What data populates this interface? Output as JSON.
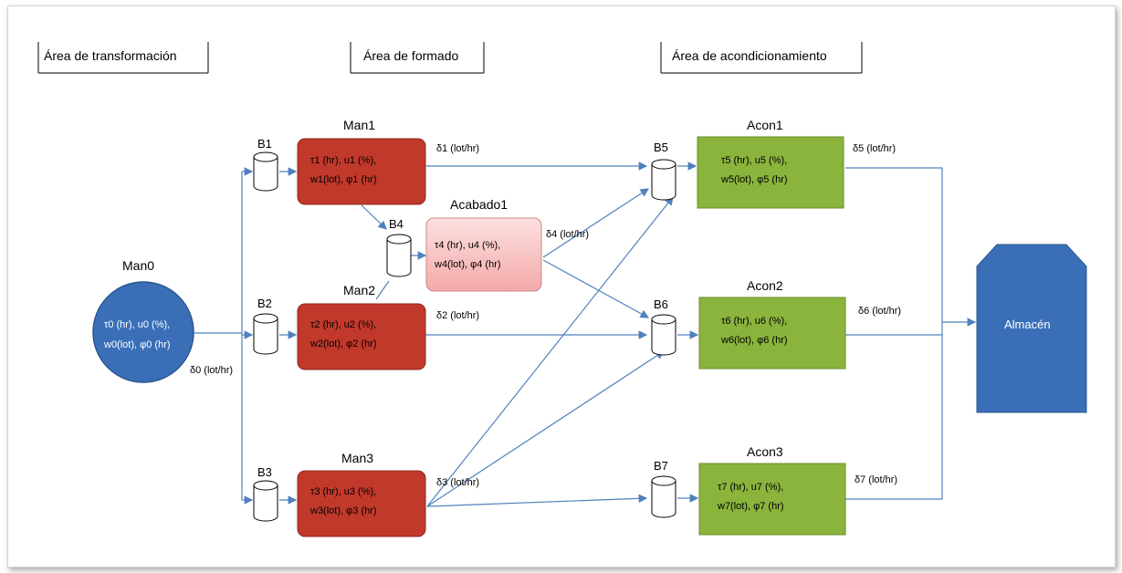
{
  "areas": [
    "Área de transformación",
    "Área de formado",
    "Área de acondicionamiento"
  ],
  "nodes": {
    "man0": {
      "title": "Man0",
      "line1": "τ0 (hr), u0 (%),",
      "line2": "w0(lot), φ0 (hr)"
    },
    "man1": {
      "title": "Man1",
      "line1": "τ1 (hr), u1 (%),",
      "line2": "w1(lot), φ1 (hr)"
    },
    "man2": {
      "title": "Man2",
      "line1": "τ2 (hr), u2 (%),",
      "line2": "w2(lot), φ2 (hr)"
    },
    "man3": {
      "title": "Man3",
      "line1": "τ3 (hr), u3 (%),",
      "line2": "w3(lot), φ3 (hr)"
    },
    "acabado1": {
      "title": "Acabado1",
      "line1": "τ4 (hr), u4 (%),",
      "line2": "w4(lot), φ4 (hr)"
    },
    "acon1": {
      "title": "Acon1",
      "line1": "τ5 (hr), u5 (%),",
      "line2": "w5(lot), φ5 (hr)"
    },
    "acon2": {
      "title": "Acon2",
      "line1": "τ6 (hr), u6 (%),",
      "line2": "w6(lot), φ6 (hr)"
    },
    "acon3": {
      "title": "Acon3",
      "line1": "τ7 (hr), u7 (%),",
      "line2": "w7(lot), φ7 (hr)"
    },
    "almacen": {
      "title": "Almacén"
    }
  },
  "buffers": [
    "B1",
    "B2",
    "B3",
    "B4",
    "B5",
    "B6",
    "B7"
  ],
  "rates": {
    "d0": "δ0 (lot/hr)",
    "d1": "δ1 (lot/hr)",
    "d2": "δ2 (lot/hr)",
    "d3": "δ3 (lot/hr)",
    "d4": "δ4 (lot/hr)",
    "d5": "δ5 (lot/hr)",
    "d6": "δ6 (lot/hr)",
    "d7": "δ7 (lot/hr)"
  },
  "colors": {
    "man0": "#3a6fb8",
    "man": "#c0392b",
    "acabado": "#f6b8b8",
    "acon": "#8ab43c",
    "almacen": "#3a6fb8",
    "edge": "#4f81bd"
  }
}
